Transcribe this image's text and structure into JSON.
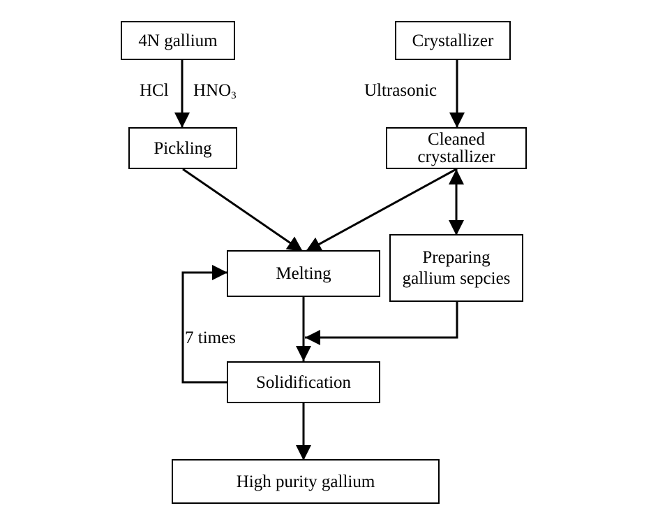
{
  "nodes": {
    "gallium_4n": "4N gallium",
    "crystallizer": "Crystallizer",
    "pickling": "Pickling",
    "cleaned_crystallizer": {
      "line1": "Cleaned",
      "line2": "crystallizer"
    },
    "melting": "Melting",
    "preparing_species": {
      "line1": "Preparing",
      "line2": "gallium sepcies"
    },
    "solidification": "Solidification",
    "high_purity": "High purity gallium"
  },
  "edge_labels": {
    "hcl": "HCl",
    "hno3_base": "HNO",
    "hno3_sub": "3",
    "ultrasonic": "Ultrasonic",
    "loop": "7 times"
  }
}
